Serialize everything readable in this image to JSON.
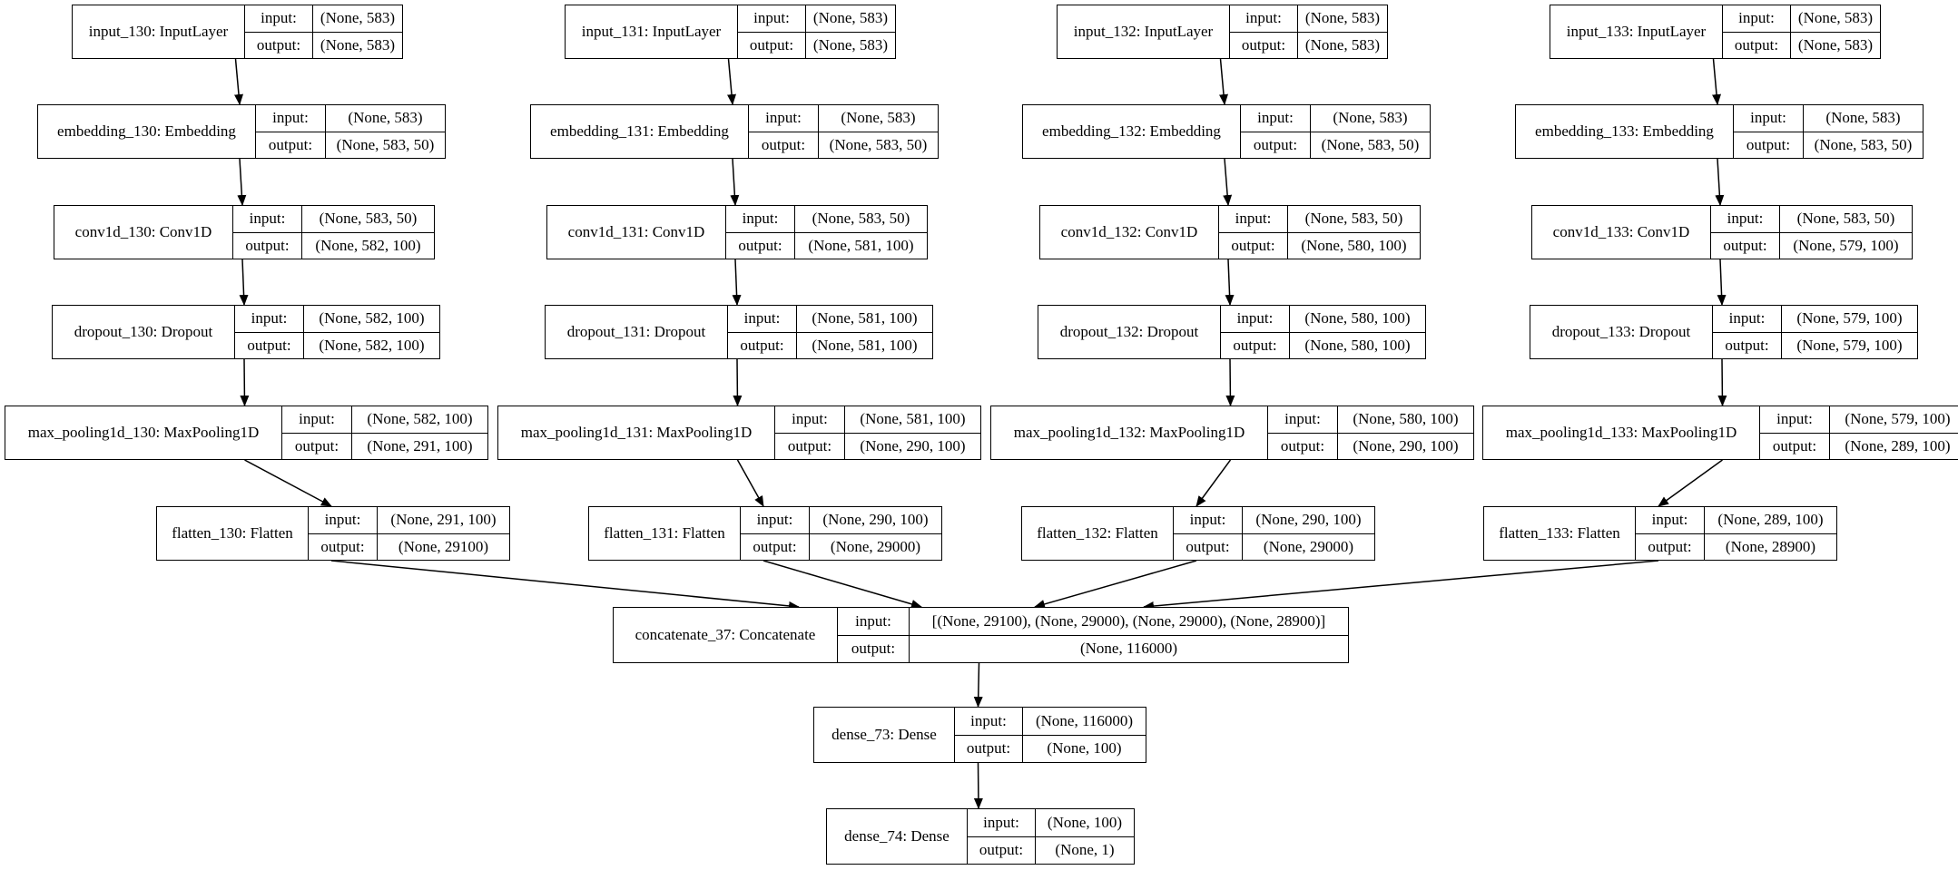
{
  "colors": {
    "line": "#000000",
    "background": "#ffffff"
  },
  "io_labels": {
    "input": "input:",
    "output": "output:"
  },
  "nodes": [
    {
      "id": "input_130",
      "name": "input_130: InputLayer",
      "input": "(None, 583)",
      "output": "(None, 583)"
    },
    {
      "id": "input_131",
      "name": "input_131: InputLayer",
      "input": "(None, 583)",
      "output": "(None, 583)"
    },
    {
      "id": "input_132",
      "name": "input_132: InputLayer",
      "input": "(None, 583)",
      "output": "(None, 583)"
    },
    {
      "id": "input_133",
      "name": "input_133: InputLayer",
      "input": "(None, 583)",
      "output": "(None, 583)"
    },
    {
      "id": "embedding_130",
      "name": "embedding_130: Embedding",
      "input": "(None, 583)",
      "output": "(None, 583, 50)"
    },
    {
      "id": "embedding_131",
      "name": "embedding_131: Embedding",
      "input": "(None, 583)",
      "output": "(None, 583, 50)"
    },
    {
      "id": "embedding_132",
      "name": "embedding_132: Embedding",
      "input": "(None, 583)",
      "output": "(None, 583, 50)"
    },
    {
      "id": "embedding_133",
      "name": "embedding_133: Embedding",
      "input": "(None, 583)",
      "output": "(None, 583, 50)"
    },
    {
      "id": "conv1d_130",
      "name": "conv1d_130: Conv1D",
      "input": "(None, 583, 50)",
      "output": "(None, 582, 100)"
    },
    {
      "id": "conv1d_131",
      "name": "conv1d_131: Conv1D",
      "input": "(None, 583, 50)",
      "output": "(None, 581, 100)"
    },
    {
      "id": "conv1d_132",
      "name": "conv1d_132: Conv1D",
      "input": "(None, 583, 50)",
      "output": "(None, 580, 100)"
    },
    {
      "id": "conv1d_133",
      "name": "conv1d_133: Conv1D",
      "input": "(None, 583, 50)",
      "output": "(None, 579, 100)"
    },
    {
      "id": "dropout_130",
      "name": "dropout_130: Dropout",
      "input": "(None, 582, 100)",
      "output": "(None, 582, 100)"
    },
    {
      "id": "dropout_131",
      "name": "dropout_131: Dropout",
      "input": "(None, 581, 100)",
      "output": "(None, 581, 100)"
    },
    {
      "id": "dropout_132",
      "name": "dropout_132: Dropout",
      "input": "(None, 580, 100)",
      "output": "(None, 580, 100)"
    },
    {
      "id": "dropout_133",
      "name": "dropout_133: Dropout",
      "input": "(None, 579, 100)",
      "output": "(None, 579, 100)"
    },
    {
      "id": "max_pooling1d_130",
      "name": "max_pooling1d_130: MaxPooling1D",
      "input": "(None, 582, 100)",
      "output": "(None, 291, 100)"
    },
    {
      "id": "max_pooling1d_131",
      "name": "max_pooling1d_131: MaxPooling1D",
      "input": "(None, 581, 100)",
      "output": "(None, 290, 100)"
    },
    {
      "id": "max_pooling1d_132",
      "name": "max_pooling1d_132: MaxPooling1D",
      "input": "(None, 580, 100)",
      "output": "(None, 290, 100)"
    },
    {
      "id": "max_pooling1d_133",
      "name": "max_pooling1d_133: MaxPooling1D",
      "input": "(None, 579, 100)",
      "output": "(None, 289, 100)"
    },
    {
      "id": "flatten_130",
      "name": "flatten_130: Flatten",
      "input": "(None, 291, 100)",
      "output": "(None, 29100)"
    },
    {
      "id": "flatten_131",
      "name": "flatten_131: Flatten",
      "input": "(None, 290, 100)",
      "output": "(None, 29000)"
    },
    {
      "id": "flatten_132",
      "name": "flatten_132: Flatten",
      "input": "(None, 290, 100)",
      "output": "(None, 29000)"
    },
    {
      "id": "flatten_133",
      "name": "flatten_133: Flatten",
      "input": "(None, 289, 100)",
      "output": "(None, 28900)"
    },
    {
      "id": "concatenate_37",
      "name": "concatenate_37: Concatenate",
      "input": "[(None, 29100), (None, 29000), (None, 29000), (None, 28900)]",
      "output": "(None, 116000)"
    },
    {
      "id": "dense_73",
      "name": "dense_73: Dense",
      "input": "(None, 116000)",
      "output": "(None, 100)"
    },
    {
      "id": "dense_74",
      "name": "dense_74: Dense",
      "input": "(None, 100)",
      "output": "(None, 1)"
    }
  ],
  "edges": [
    [
      "input_130",
      "embedding_130"
    ],
    [
      "input_131",
      "embedding_131"
    ],
    [
      "input_132",
      "embedding_132"
    ],
    [
      "input_133",
      "embedding_133"
    ],
    [
      "embedding_130",
      "conv1d_130"
    ],
    [
      "embedding_131",
      "conv1d_131"
    ],
    [
      "embedding_132",
      "conv1d_132"
    ],
    [
      "embedding_133",
      "conv1d_133"
    ],
    [
      "conv1d_130",
      "dropout_130"
    ],
    [
      "conv1d_131",
      "dropout_131"
    ],
    [
      "conv1d_132",
      "dropout_132"
    ],
    [
      "conv1d_133",
      "dropout_133"
    ],
    [
      "dropout_130",
      "max_pooling1d_130"
    ],
    [
      "dropout_131",
      "max_pooling1d_131"
    ],
    [
      "dropout_132",
      "max_pooling1d_132"
    ],
    [
      "dropout_133",
      "max_pooling1d_133"
    ],
    [
      "max_pooling1d_130",
      "flatten_130"
    ],
    [
      "max_pooling1d_131",
      "flatten_131"
    ],
    [
      "max_pooling1d_132",
      "flatten_132"
    ],
    [
      "max_pooling1d_133",
      "flatten_133"
    ],
    [
      "flatten_130",
      "concatenate_37"
    ],
    [
      "flatten_131",
      "concatenate_37"
    ],
    [
      "flatten_132",
      "concatenate_37"
    ],
    [
      "flatten_133",
      "concatenate_37"
    ],
    [
      "concatenate_37",
      "dense_73"
    ],
    [
      "dense_73",
      "dense_74"
    ]
  ]
}
